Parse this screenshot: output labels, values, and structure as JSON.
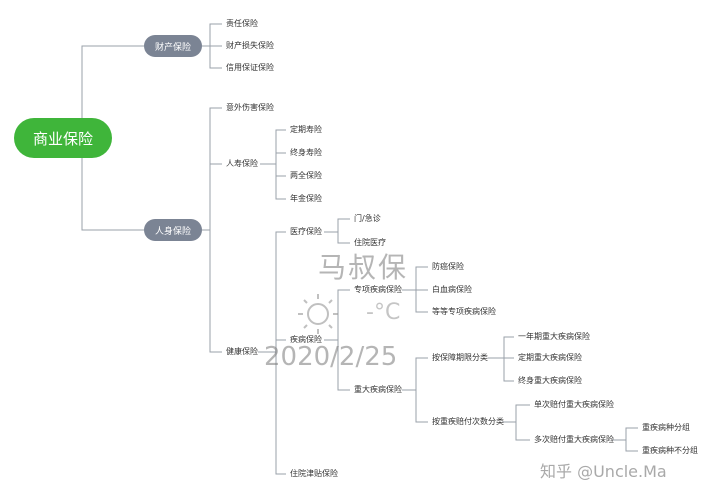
{
  "root": "商业保险",
  "branches": {
    "property": "财产保险",
    "personal": "人身保险"
  },
  "property_items": [
    "责任保险",
    "财产损失保险",
    "信用保证保险"
  ],
  "personal": {
    "accident": "意外伤害保险",
    "life": "人寿保险",
    "health": "健康保险"
  },
  "life_items": [
    "定期寿险",
    "终身寿险",
    "两全保险",
    "年金保险"
  ],
  "health": {
    "medical": "医疗保险",
    "disease": "疾病保险",
    "hospital_allowance": "住院津贴保险"
  },
  "medical_items": [
    "门/急诊",
    "住院医疗"
  ],
  "disease": {
    "special": "专项疾病保险",
    "critical": "重大疾病保险"
  },
  "special_items": [
    "防癌保险",
    "白血病保险",
    "等等专项疾病保险"
  ],
  "critical": {
    "by_term": "按保障期限分类",
    "by_payout": "按重疾赔付次数分类"
  },
  "term_items": [
    "一年期重大疾病保险",
    "定期重大疾病保险",
    "终身重大疾病保险"
  ],
  "payout": {
    "single": "单次赔付重大疾病保险",
    "multiple": "多次赔付重大疾病保险"
  },
  "multiple_items": [
    "重疾病种分组",
    "重疾病种不分组"
  ],
  "watermark": {
    "name": "马叔保",
    "temp": "-°C",
    "date": "2020/2/25",
    "credit": "知乎 @Uncle.Ma"
  },
  "colors": {
    "root": "#3fb53a",
    "branch": "#7b8494",
    "line": "#9aa0aa"
  }
}
